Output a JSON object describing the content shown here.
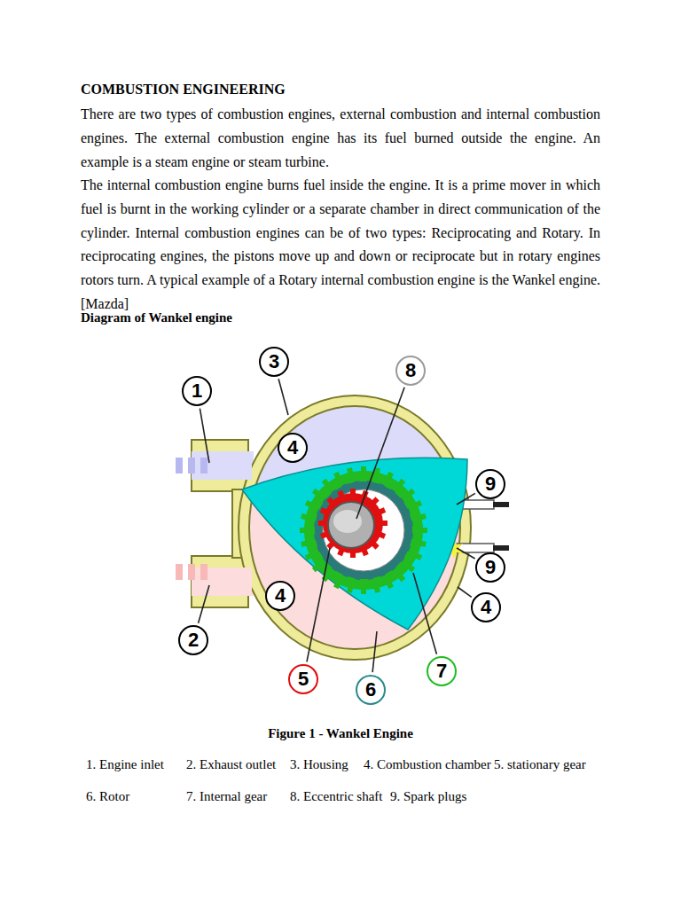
{
  "diagram": {
    "title": "COMBUSTION ENGINEERING",
    "caption": "Figure 1 - Wankel Engine",
    "nodes": [
      {
        "text": [
          "3"
        ]
      },
      {
        "text": [
          "8"
        ]
      },
      {
        "text": [
          "1"
        ]
      },
      {
        "text": [
          "4"
        ]
      },
      {
        "text": [
          "9"
        ]
      },
      {
        "text": [
          "9"
        ]
      },
      {
        "text": [
          "4"
        ]
      },
      {
        "text": [
          "4"
        ]
      },
      {
        "text": [
          "2"
        ]
      },
      {
        "text": [
          "7"
        ]
      },
      {
        "text": [
          "5"
        ]
      },
      {
        "text": [
          "6"
        ]
      }
    ],
    "labels": [
      "There are two types of combustion engines, external combustion and internal combustion engines. The external combustion engine has its fuel burned outside the engine. An example is a steam engine or steam turbine.",
      "The internal combustion engine burns fuel inside the engine. It is a prime mover in which fuel is burnt in the working cylinder or a separate chamber in direct communication of the cylinder. Internal combustion engines can be of two types: Reciprocating and Rotary. In reciprocating engines, the pistons move up and down or reciprocate but in rotary engines rotors turn. A typical example of a Rotary internal combustion engine is the Wankel engine. [Mazda]",
      "Diagram of Wankel engine",
      "1. Engine inlet",
      "2. Exhaust outlet",
      "3. Housing",
      "4. Combustion chamber",
      "5. stationary gear",
      "6. Rotor",
      "7. Internal gear",
      "8. Eccentric shaft",
      "9. Spark plugs"
    ]
  }
}
